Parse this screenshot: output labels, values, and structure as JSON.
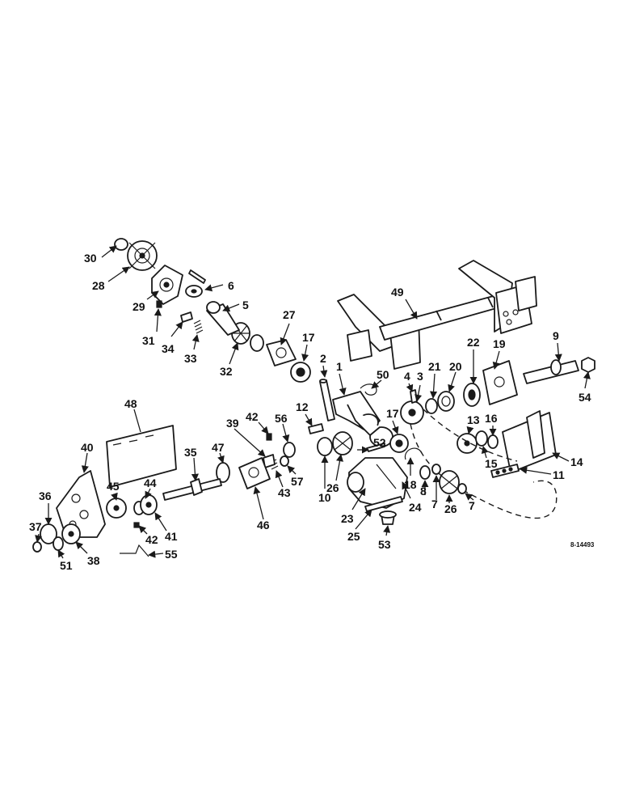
{
  "drawing_ref": "8-14493",
  "callouts": [
    "30",
    "28",
    "29",
    "6",
    "5",
    "31",
    "34",
    "33",
    "32",
    "27",
    "17",
    "2",
    "1",
    "50",
    "4",
    "3",
    "21",
    "20",
    "22",
    "19",
    "9",
    "54",
    "49",
    "48",
    "40",
    "45",
    "44",
    "41",
    "42",
    "36",
    "37",
    "51",
    "38",
    "55",
    "35",
    "47",
    "39",
    "42",
    "43",
    "46",
    "56",
    "57",
    "12",
    "10",
    "26",
    "52",
    "17",
    "18",
    "23",
    "25",
    "53",
    "24",
    "8",
    "7",
    "26",
    "7",
    "13",
    "16",
    "15",
    "11",
    "14"
  ]
}
